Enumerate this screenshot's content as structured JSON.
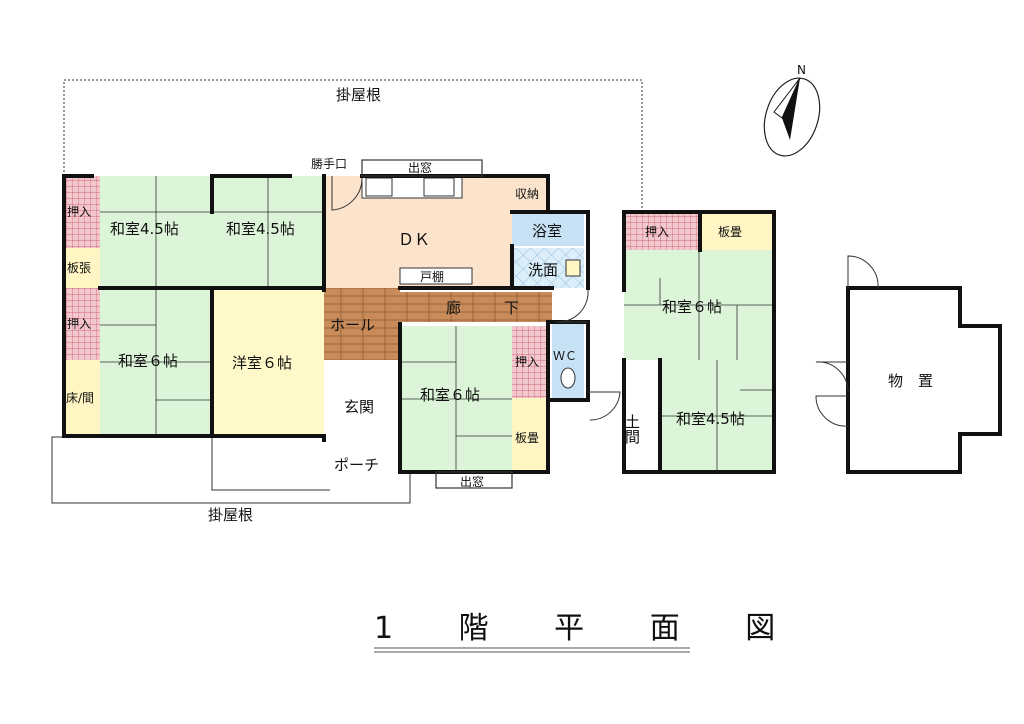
{
  "title": "1 階 平 面 図",
  "compass": {
    "north": "N"
  },
  "labels": {
    "roof_top": "掛屋根",
    "roof_bottom": "掛屋根",
    "service_door": "勝手口",
    "bay_window_top": "出窓",
    "bay_window_bottom": "出窓",
    "storage_dk": "収納",
    "bath": "浴室",
    "washroom": "洗面",
    "cupboard": "戸棚",
    "dk": "ＤＫ",
    "hall": "ホール",
    "corridor_1": "廊",
    "corridor_2": "下",
    "wc": "ＷＣ",
    "closet_1": "押入",
    "closet_2": "押入",
    "closet_3": "押入",
    "closet_4": "押入",
    "board_floor_1": "板張",
    "board_floor_2": "板畳",
    "board_floor_3": "板畳",
    "alcove": "床/間",
    "room_wa45_left": "和室4.5帖",
    "room_wa45_mid": "和室4.5帖",
    "room_wa6_left": "和室６帖",
    "room_yo6": "洋室６帖",
    "room_wa6_center": "和室６帖",
    "room_wa6_right": "和室６帖",
    "room_wa45_right": "和室4.5帖",
    "entrance": "玄関",
    "porch": "ポーチ",
    "earthen_floor": "土間",
    "shed": "物　置"
  },
  "colors": {
    "tatami": "#dcf5d8",
    "western": "#fff8c8",
    "dk": "#fbe3cc",
    "closet": "#f2c8cf",
    "board": "#fff6c4",
    "bath": "#c8e2f5",
    "wood": "#c98b5a",
    "wall": "#111111"
  }
}
